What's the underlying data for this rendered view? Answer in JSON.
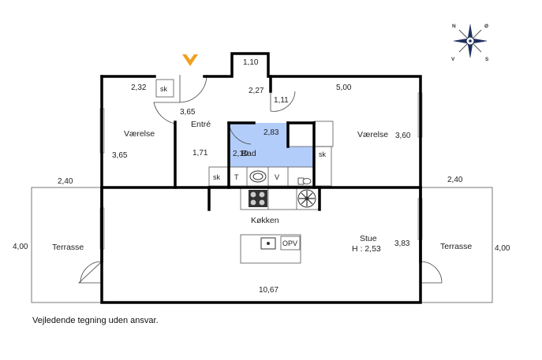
{
  "colors": {
    "wall": "#000000",
    "thin_line": "#555555",
    "bath_fill": "#b3cdfa",
    "entrance_arrow": "#f0a020",
    "window": "#bbbbbb"
  },
  "icons": [
    "compass-rose-icon",
    "entrance-chevron-icon",
    "stove-icon",
    "range-hood-fan-icon",
    "sink-icon",
    "toilet-icon"
  ],
  "compass": {
    "n": "N",
    "o": "Ø",
    "v": "V",
    "s": "S"
  },
  "rooms": {
    "vaerelse_left": "Værelse",
    "entre": "Entré",
    "bad": "Bad",
    "vaerelse_right": "Værelse",
    "kokken": "Køkken",
    "stue": "Stue",
    "stue_height": "H : 2,53",
    "terrasse_left": "Terrasse",
    "terrasse_right": "Terrasse"
  },
  "labels": {
    "sk1": "sk",
    "sk2": "sk",
    "sk3": "sk",
    "t": "T",
    "v": "V",
    "opv": "OPV"
  },
  "dimensions": {
    "d_1_10": "1,10",
    "d_2_32": "2,32",
    "d_2_27": "2,27",
    "d_5_00": "5,00",
    "d_1_11": "1,11",
    "d_3_65_top": "3,65",
    "d_2_83": "2,83",
    "d_2_10": "2,10",
    "d_3_65_left": "3,65",
    "d_1_71": "1,71",
    "d_3_60": "3,60",
    "d_2_40_left": "2,40",
    "d_2_40_right": "2,40",
    "d_4_00_left": "4,00",
    "d_4_00_right": "4,00",
    "d_3_83": "3,83",
    "d_10_67": "10,67"
  },
  "footer": "Vejledende tegning uden ansvar."
}
